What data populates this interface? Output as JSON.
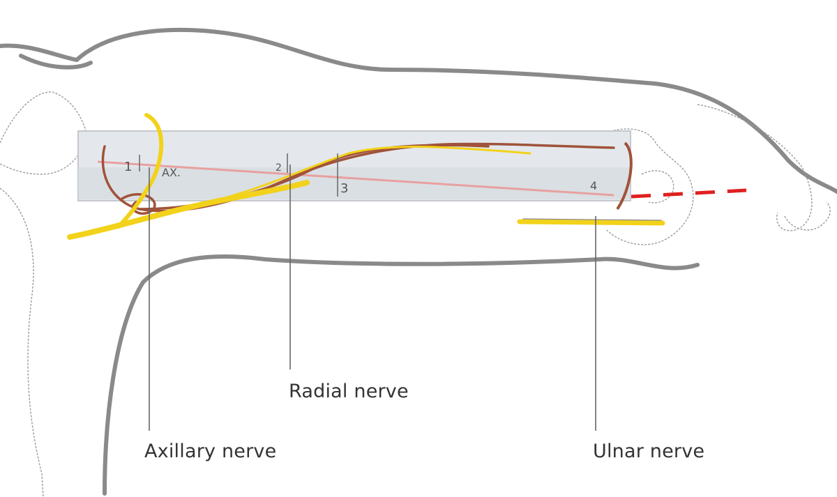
{
  "labels": {
    "radial": "Radial nerve",
    "axillary": "Axillary nerve",
    "ulnar": "Ulnar nerve"
  },
  "bone_marks": {
    "m1": "1",
    "ax": "AX.",
    "m2": "2",
    "m3": "3",
    "m4": "4"
  },
  "colors": {
    "outline": "#8a8a8a",
    "nerve": "#f2d21a",
    "vessel": "#a0523a",
    "midline": "#e8a0a0",
    "projection": "#e02020",
    "bone_model": "#e4e8ec"
  }
}
